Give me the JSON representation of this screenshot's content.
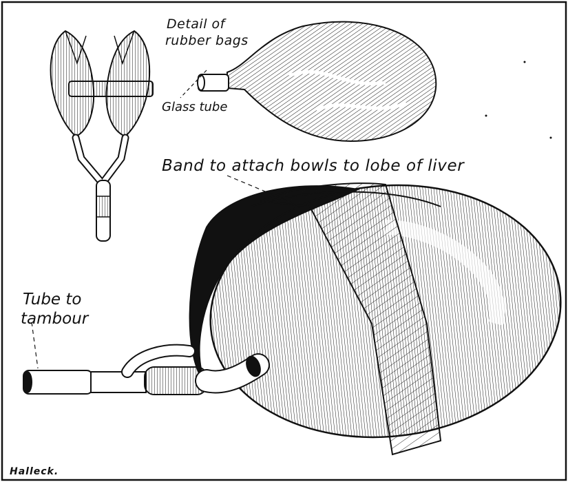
{
  "labels": {
    "detail_line1": "Detail of",
    "detail_line2": "rubber bags",
    "glass_tube": "Glass tube",
    "band": "Band to attach bowls to lobe of liver",
    "tube_line1": "Tube to",
    "tube_line2": "tambour",
    "signature": "Halleck."
  },
  "colors": {
    "ink": "#111111",
    "paper": "#ffffff"
  }
}
